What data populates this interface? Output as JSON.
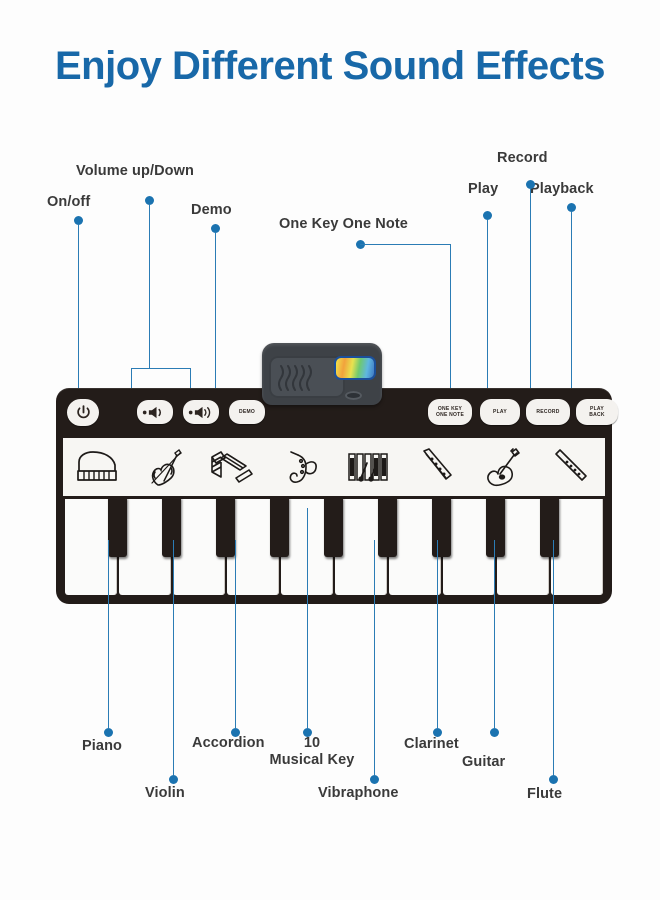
{
  "page": {
    "title": "Enjoy Different Sound Effects",
    "background_color": "#fdfdfd",
    "accent_color": "#1868a8",
    "leader_color": "#1b73b0",
    "label_color": "#3a3a3a"
  },
  "callouts_top": [
    {
      "id": "on-off",
      "label": "On/off"
    },
    {
      "id": "volume-up-down",
      "label": "Volume up/Down"
    },
    {
      "id": "demo",
      "label": "Demo"
    },
    {
      "id": "one-key-one-note",
      "label": "One Key One Note"
    },
    {
      "id": "play",
      "label": "Play"
    },
    {
      "id": "record",
      "label": "Record"
    },
    {
      "id": "playback",
      "label": "Playback"
    }
  ],
  "callouts_bottom": [
    {
      "id": "piano",
      "label": "Piano"
    },
    {
      "id": "violin",
      "label": "Violin"
    },
    {
      "id": "accordion",
      "label": "Accordion"
    },
    {
      "id": "ten-musical-key",
      "label_line1": "10",
      "label_line2": "Musical Key"
    },
    {
      "id": "vibraphone",
      "label": "Vibraphone"
    },
    {
      "id": "clarinet",
      "label": "Clarinet"
    },
    {
      "id": "guitar",
      "label": "Guitar"
    },
    {
      "id": "flute",
      "label": "Flute"
    }
  ],
  "device": {
    "name": "musical-piano-mat",
    "body_color": "#231c19",
    "panel_color": "#f7f6f3",
    "controls_left": [
      {
        "id": "power",
        "icon": "power-icon",
        "text": ""
      },
      {
        "id": "volume-down",
        "icon": "volume-down-icon",
        "text": ""
      },
      {
        "id": "volume-up",
        "icon": "volume-up-icon",
        "text": ""
      },
      {
        "id": "demo",
        "icon": "demo-button",
        "text": "DEMO"
      }
    ],
    "controls_right": [
      {
        "id": "one-key-one-note",
        "icon": "one-key-one-note-button",
        "text": "ONE KEY\nONE NOTE"
      },
      {
        "id": "play",
        "icon": "play-button",
        "text": "PLAY"
      },
      {
        "id": "record",
        "icon": "record-button",
        "text": "RECORD"
      },
      {
        "id": "playback",
        "icon": "play-back-button",
        "text": "PLAY\nBACK"
      }
    ],
    "instruments": [
      {
        "id": "piano",
        "icon": "grand-piano-icon"
      },
      {
        "id": "violin",
        "icon": "violin-icon"
      },
      {
        "id": "accordion",
        "icon": "accordion-icon"
      },
      {
        "id": "saxophone",
        "icon": "saxophone-icon"
      },
      {
        "id": "vibraphone",
        "icon": "vibraphone-icon"
      },
      {
        "id": "clarinet",
        "icon": "clarinet-icon"
      },
      {
        "id": "guitar",
        "icon": "guitar-icon"
      },
      {
        "id": "flute",
        "icon": "flute-icon"
      }
    ],
    "keyboard": {
      "white_key_count": 10,
      "black_key_count": 9
    },
    "speaker_module": {
      "id": "speaker-module",
      "grill": "speaker-grill-icon",
      "sticker": "colorful-brand-sticker",
      "knob": "speaker-knob"
    }
  }
}
